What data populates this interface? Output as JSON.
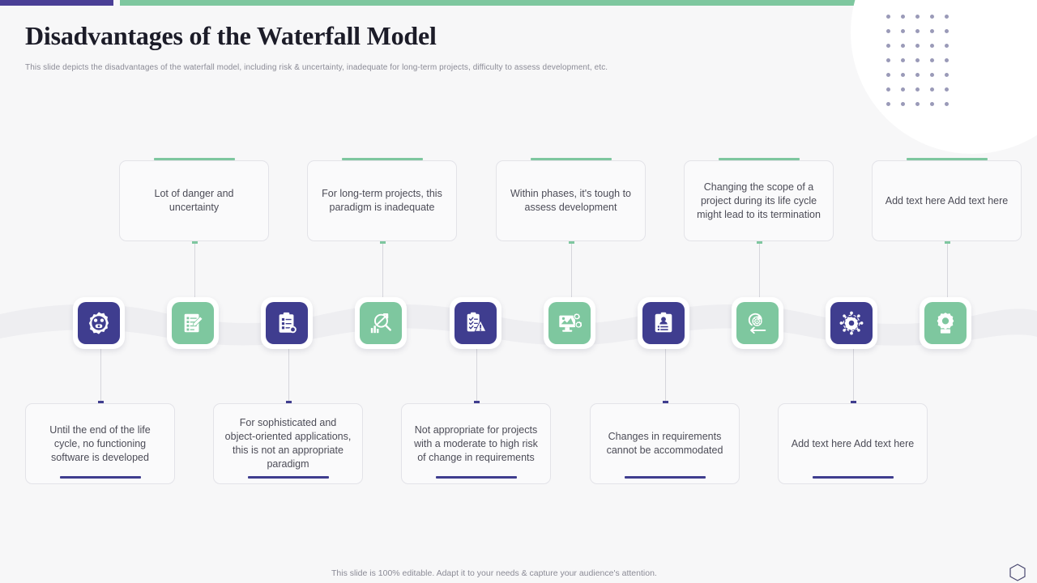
{
  "header": {
    "title": "Disadvantages of the Waterfall Model",
    "subtitle": "This slide depicts the disadvantages of the waterfall model, including risk & uncertainty, inadequate for long-term projects, difficulty to  assess development, etc."
  },
  "colors": {
    "purple": "#3f3d8f",
    "purple_bar": "#4a3f96",
    "green": "#7ec79f",
    "background": "#f7f7f8",
    "text": "#4c4c57",
    "muted": "#8b8b96",
    "dot_grid": "#9a9ab8",
    "card_border": "#e3e3e8",
    "connector": "#d6d6dc"
  },
  "top_cards": [
    {
      "text": "Lot of danger and uncertainty"
    },
    {
      "text": "For long-term projects, this paradigm is inadequate"
    },
    {
      "text": "Within phases, it's tough to assess development"
    },
    {
      "text": "Changing the scope of a project during its life cycle might lead to its termination"
    },
    {
      "text": "Add text here Add text here"
    }
  ],
  "bottom_cards": [
    {
      "text": "Until the end of the life cycle, no functioning software is developed"
    },
    {
      "text": "For sophisticated and object-oriented applications, this is not an appropriate paradigm"
    },
    {
      "text": "Not appropriate for projects with a moderate to high risk of change in requirements"
    },
    {
      "text": "Changes in requirements cannot be accommodated"
    },
    {
      "text": "Add text here Add text here"
    }
  ],
  "icons": [
    {
      "name": "settings-gear-icon",
      "color": "purple"
    },
    {
      "name": "document-list-icon",
      "color": "green"
    },
    {
      "name": "clipboard-checklist-icon",
      "color": "purple"
    },
    {
      "name": "chart-magnifier-icon",
      "color": "green"
    },
    {
      "name": "clipboard-warning-icon",
      "color": "purple"
    },
    {
      "name": "monitor-gears-icon",
      "color": "green"
    },
    {
      "name": "id-card-icon",
      "color": "purple"
    },
    {
      "name": "agile-cycle-icon",
      "color": "green"
    },
    {
      "name": "network-gear-icon",
      "color": "purple"
    },
    {
      "name": "gear-icon",
      "color": "green"
    }
  ],
  "footer": {
    "note": "This slide is 100% editable. Adapt it to your needs & capture your audience's attention.",
    "logo": "hexagon-icon"
  }
}
